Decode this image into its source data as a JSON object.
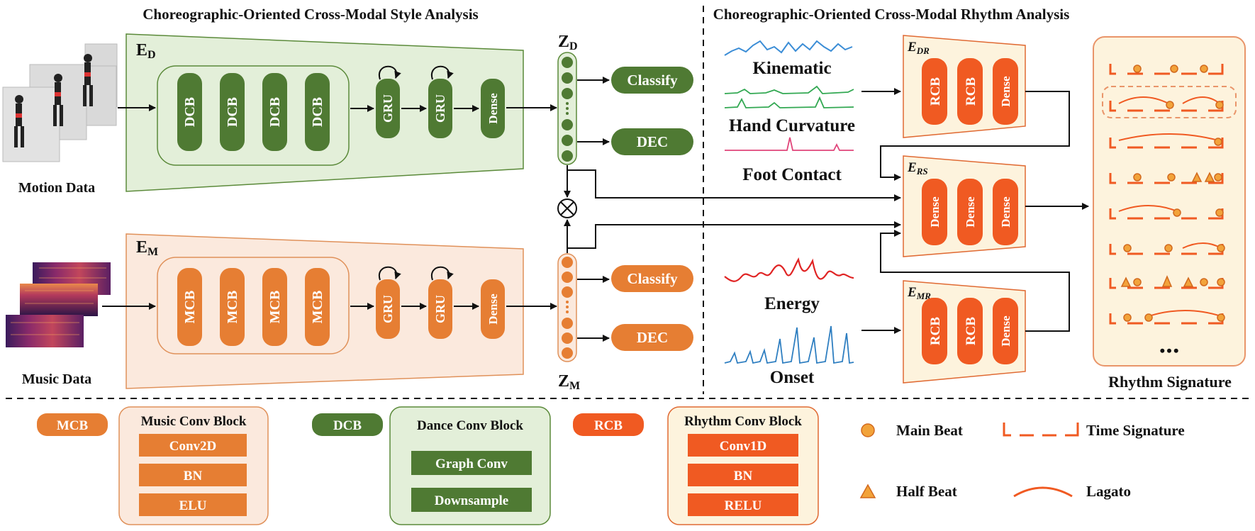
{
  "style": {
    "title": "Choreographic-Oriented Cross-Modal Style Analysis",
    "enc_dance": "E",
    "enc_dance_sub": "D",
    "enc_music": "E",
    "enc_music_sub": "M",
    "dance_blocks": [
      "DCB",
      "DCB",
      "DCB",
      "DCB"
    ],
    "music_blocks": [
      "MCB",
      "MCB",
      "MCB",
      "MCB"
    ],
    "gru": "GRU",
    "dense": "Dense",
    "z_dance": "Z",
    "z_dance_sub": "D",
    "z_music": "Z",
    "z_music_sub": "M",
    "classify": "Classify",
    "dec": "DEC",
    "motion_label": "Motion Data",
    "music_label": "Music Data"
  },
  "rhythm": {
    "title": "Choreographic-Oriented Cross-Modal Rhythm Analysis",
    "features_motion": [
      "Kinematic",
      "Hand Curvature",
      "Foot Contact"
    ],
    "features_music": [
      "Energy",
      "Onset"
    ],
    "enc_dr": "E",
    "enc_dr_sub": "DR",
    "enc_rs": "E",
    "enc_rs_sub": "RS",
    "enc_mr": "E",
    "enc_mr_sub": "MR",
    "rcb": "RCB",
    "dense": "Dense",
    "signature_label": "Rhythm Signature",
    "ellipsis": "•••"
  },
  "legend": {
    "mcb_tag": "MCB",
    "mcb_title": "Music Conv Block",
    "mcb_layers": [
      "Conv2D",
      "BN",
      "ELU"
    ],
    "dcb_tag": "DCB",
    "dcb_title": "Dance Conv Block",
    "dcb_layers": [
      "Graph Conv",
      "Downsample"
    ],
    "rcb_tag": "RCB",
    "rcb_title": "Rhythm Conv Block",
    "rcb_layers": [
      "Conv1D",
      "BN",
      "RELU"
    ],
    "main_beat": "Main Beat",
    "half_beat": "Half Beat",
    "time_signature": "Time Signature",
    "legato": "Lagato"
  },
  "colors": {
    "dance_green": "#4f7a33",
    "dance_bg": "#e3efd9",
    "music_orange": "#e67e33",
    "music_bg": "#fbe9dd",
    "rhythm_red": "#f05a22",
    "rhythm_bg": "#fdf3dd"
  }
}
